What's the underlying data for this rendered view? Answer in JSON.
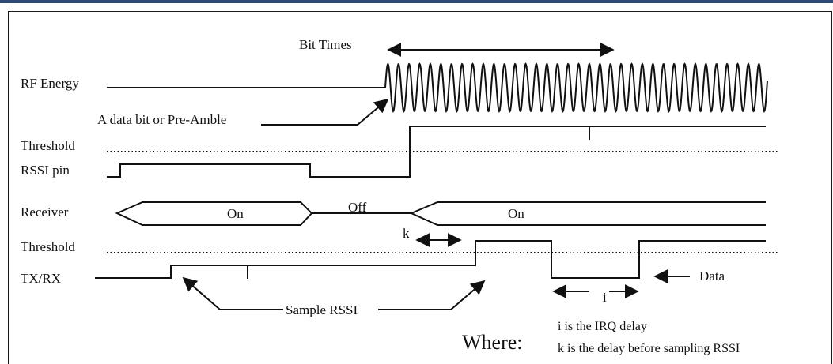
{
  "labels": {
    "rf_energy": "RF Energy",
    "threshold_1": "Threshold",
    "rssi_pin": "RSSI pin",
    "receiver": "Receiver",
    "threshold_2": "Threshold",
    "tx_rx": "TX/RX"
  },
  "annotations": {
    "bit_times": "Bit Times",
    "data_bit": "A data bit or Pre-Amble",
    "receiver_on_1": "On",
    "receiver_off": "Off",
    "receiver_on_2": "On",
    "k": "k",
    "i": "i",
    "data": "Data",
    "sample_rssi": "Sample RSSI"
  },
  "legend": {
    "where": "Where:",
    "i_desc": "i is the IRQ delay",
    "k_desc": "k is the delay before sampling RSSI"
  },
  "colors": {
    "header_bar": "#2e4a76",
    "ink": "#111111"
  }
}
